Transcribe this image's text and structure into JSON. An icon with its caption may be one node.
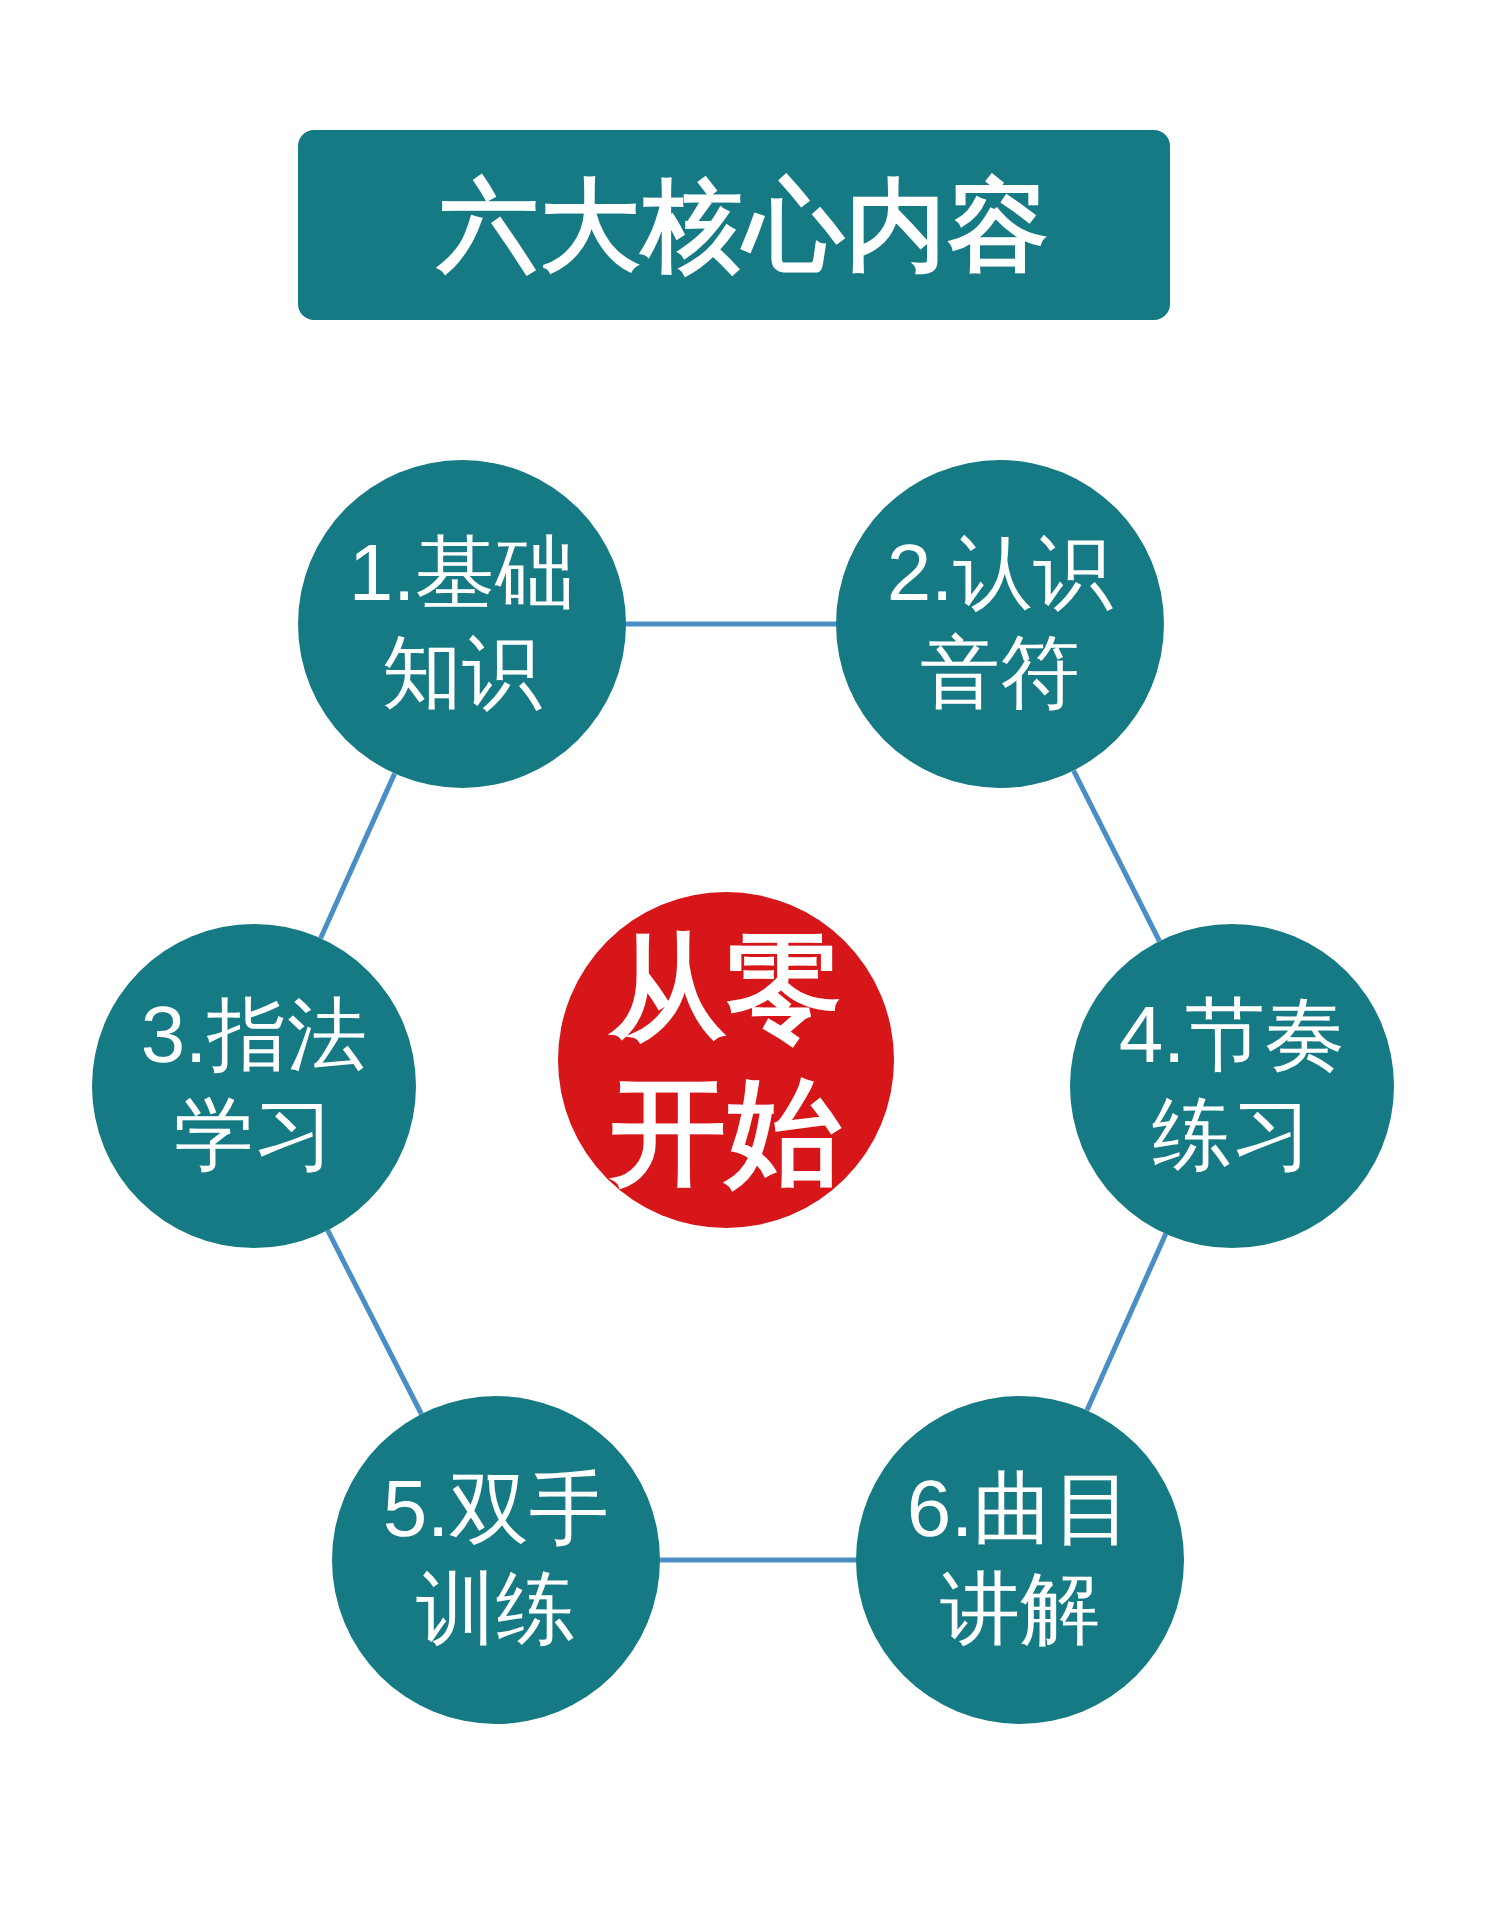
{
  "diagram": {
    "title": "六大核心内容",
    "nodes": [
      {
        "text": [
          "1.基础知识"
        ]
      },
      {
        "text": [
          "2.认识音符"
        ]
      },
      {
        "text": [
          "3.指法学习"
        ]
      },
      {
        "text": [
          "从零开始"
        ]
      },
      {
        "text": [
          "4.节奏练习"
        ]
      },
      {
        "text": [
          "5.双手训练"
        ]
      },
      {
        "text": [
          "6.曲目讲解"
        ]
      }
    ],
    "edges": [
      {
        "from": 0,
        "to": 1,
        "arrow": "none"
      },
      {
        "from": 1,
        "to": 4,
        "arrow": "none"
      },
      {
        "from": 4,
        "to": 6,
        "arrow": "none"
      },
      {
        "from": 6,
        "to": 5,
        "arrow": "none"
      },
      {
        "from": 5,
        "to": 2,
        "arrow": "none"
      },
      {
        "from": 2,
        "to": 0,
        "arrow": "none"
      }
    ]
  }
}
